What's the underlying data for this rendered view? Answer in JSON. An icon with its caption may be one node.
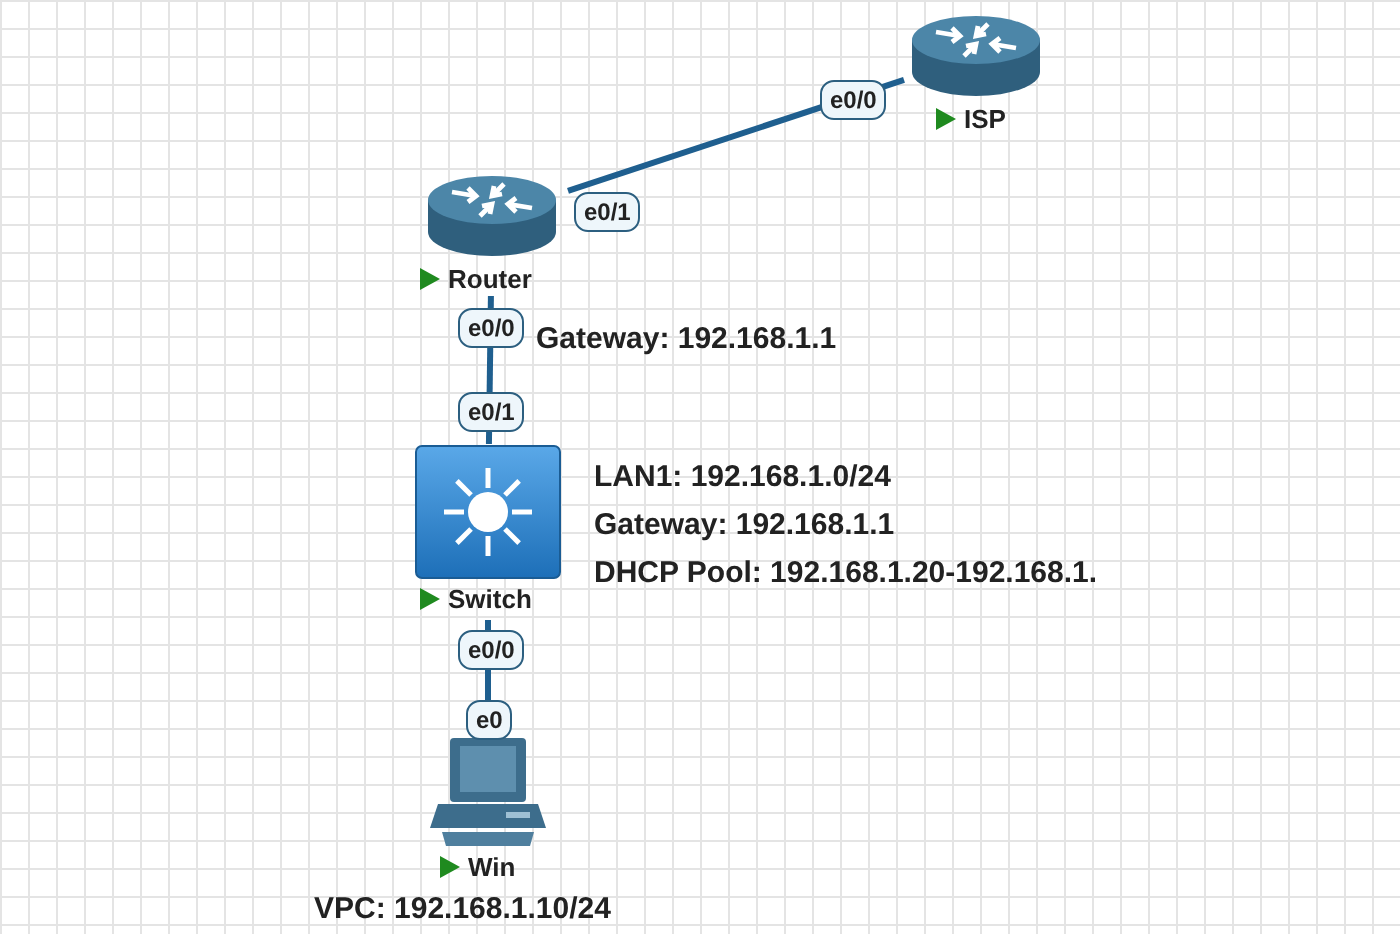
{
  "diagram": {
    "nodes": [
      {
        "text": [
          "ISP"
        ]
      },
      {
        "text": [
          "Router"
        ],
        "beside": [
          "Gateway: 192.168.1.1"
        ]
      },
      {
        "text": [
          "Switch"
        ],
        "beside": [
          "LAN1: 192.168.1.0/24",
          "Gateway: 192.168.1.1",
          "DHCP Pool: 192.168.1.20-192.168.1."
        ]
      },
      {
        "text": [
          "Win"
        ],
        "beside": [
          "VPC: 192.168.1.10/24"
        ]
      }
    ],
    "edges": [
      {
        "from": 1,
        "to": 0,
        "arrow": "none"
      },
      {
        "from": 1,
        "to": 2,
        "arrow": "none"
      },
      {
        "from": 2,
        "to": 3,
        "arrow": "none"
      }
    ],
    "labels": [
      "e0/0",
      "e0/1",
      "e0/0",
      "e0/1",
      "e0/0",
      "e0"
    ]
  }
}
